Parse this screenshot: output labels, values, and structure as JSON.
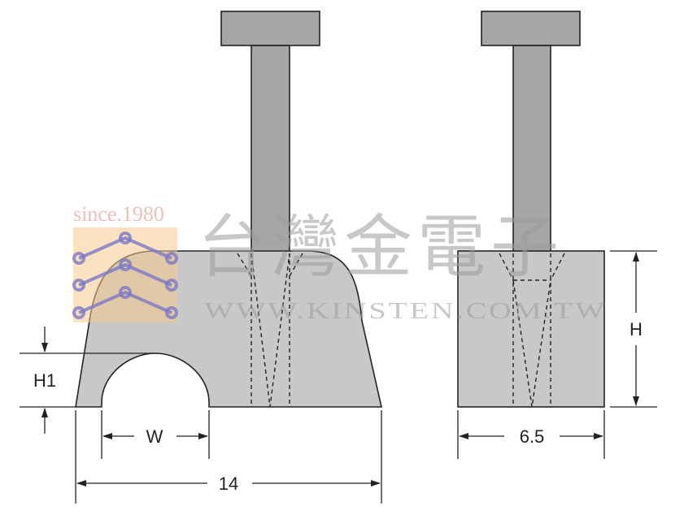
{
  "dimensions": {
    "width_total": "14",
    "width_inner": "W",
    "arch_height": "H1",
    "height": "H",
    "depth": "6.5"
  },
  "watermark": {
    "since": "since.1980",
    "company_cn": "台灣金電子",
    "url": "WWW.KINSTEN.COM.TW",
    "logo_colors": [
      "#f5c98a",
      "#7a78c8"
    ]
  },
  "colors": {
    "body": "#c8c8c8",
    "nail": "#a6a6a6",
    "line": "#222222"
  }
}
